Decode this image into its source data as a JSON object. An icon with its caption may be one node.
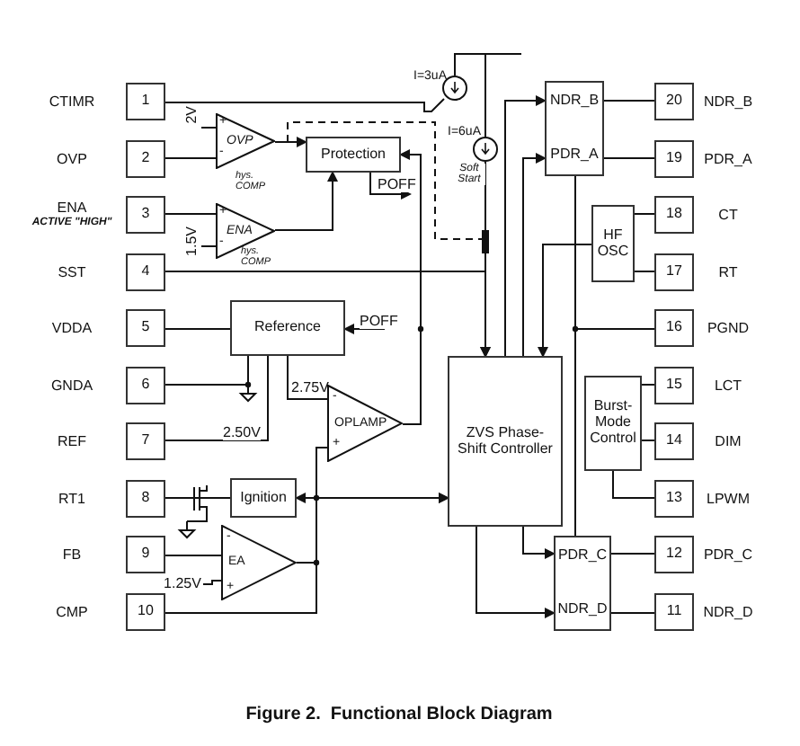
{
  "diagram": {
    "caption": "Figure 2.  Functional Block Diagram",
    "nodes": [
      {
        "text": [
          "1"
        ],
        "beside": [
          "CTIMR"
        ]
      },
      {
        "text": [
          "2"
        ],
        "beside": [
          "OVP"
        ]
      },
      {
        "text": [
          "3"
        ],
        "beside": [
          "ENA",
          "ACTIVE \"HIGH\""
        ]
      },
      {
        "text": [
          "4"
        ],
        "beside": [
          "SST"
        ]
      },
      {
        "text": [
          "5"
        ],
        "beside": [
          "VDDA"
        ]
      },
      {
        "text": [
          "6"
        ],
        "beside": [
          "GNDA"
        ]
      },
      {
        "text": [
          "7"
        ],
        "beside": [
          "REF"
        ]
      },
      {
        "text": [
          "8"
        ],
        "beside": [
          "RT1"
        ]
      },
      {
        "text": [
          "9"
        ],
        "beside": [
          "FB"
        ]
      },
      {
        "text": [
          "10"
        ],
        "beside": [
          "CMP"
        ]
      },
      {
        "text": [
          "20"
        ],
        "beside": [
          "NDR_B"
        ]
      },
      {
        "text": [
          "19"
        ],
        "beside": [
          "PDR_A"
        ]
      },
      {
        "text": [
          "18"
        ],
        "beside": [
          "CT"
        ]
      },
      {
        "text": [
          "17"
        ],
        "beside": [
          "RT"
        ]
      },
      {
        "text": [
          "16"
        ],
        "beside": [
          "PGND"
        ]
      },
      {
        "text": [
          "15"
        ],
        "beside": [
          "LCT"
        ]
      },
      {
        "text": [
          "14"
        ],
        "beside": [
          "DIM"
        ]
      },
      {
        "text": [
          "13"
        ],
        "beside": [
          "LPWM"
        ]
      },
      {
        "text": [
          "12"
        ],
        "beside": [
          "PDR_C"
        ]
      },
      {
        "text": [
          "11"
        ],
        "beside": [
          "NDR_D"
        ]
      },
      {
        "text": [
          "OVP"
        ],
        "beside": [
          "hys. COMP"
        ]
      },
      {
        "text": [
          "ENA"
        ],
        "beside": [
          "hys. COMP"
        ]
      },
      {
        "text": [
          "Protection"
        ]
      },
      {
        "text": [
          "Reference"
        ]
      },
      {
        "text": [
          "OPLAMP"
        ]
      },
      {
        "text": [
          "Ignition"
        ]
      },
      {
        "text": [
          "EA"
        ]
      },
      {
        "text": [
          "ZVS Phase-Shift Controller"
        ]
      },
      {
        "text": [
          "HF OSC"
        ]
      },
      {
        "text": [
          "Burst-Mode Control"
        ]
      },
      {
        "text": [
          "NDR_B",
          "PDR_A"
        ]
      },
      {
        "text": [
          "PDR_C",
          "NDR_D"
        ]
      },
      {
        "text": [],
        "shape": "circle",
        "beside": [
          "I=3uA"
        ]
      },
      {
        "text": [],
        "shape": "circle",
        "beside": [
          "I=6uA",
          "Soft Start"
        ]
      },
      {
        "text": [
          "2V"
        ]
      },
      {
        "text": [
          "1.5V"
        ]
      },
      {
        "text": [
          "1.25V"
        ]
      },
      {
        "text": [],
        "shape": "bar"
      }
    ],
    "edges": [
      {
        "from": 0,
        "to": 32,
        "arrow": "none"
      },
      {
        "from": 1,
        "to": 20,
        "arrow": "none"
      },
      {
        "from": 20,
        "to": 22,
        "arrow": "to"
      },
      {
        "from": 2,
        "to": 21,
        "arrow": "none"
      },
      {
        "from": 21,
        "to": 22,
        "arrow": "to"
      },
      {
        "from": 22,
        "to": null,
        "arrow": "to",
        "label": "POFF"
      },
      {
        "from": 20,
        "to": 37,
        "arrow": "none",
        "style": "dashed"
      },
      {
        "from": 24,
        "to": 22,
        "arrow": "to"
      },
      {
        "from": 3,
        "to": 27,
        "arrow": "to"
      },
      {
        "from": 33,
        "to": 37,
        "arrow": "none"
      },
      {
        "from": 4,
        "to": 23,
        "arrow": "none"
      },
      {
        "from": null,
        "to": 23,
        "arrow": "to",
        "label": "POFF"
      },
      {
        "from": 23,
        "to": 5,
        "arrow": "none"
      },
      {
        "from": 23,
        "to": 6,
        "arrow": "none",
        "label": "2.50V"
      },
      {
        "from": 23,
        "to": 24,
        "arrow": "none",
        "label": "2.75V"
      },
      {
        "from": 26,
        "to": 24,
        "arrow": "none"
      },
      {
        "from": 26,
        "to": 25,
        "arrow": "to"
      },
      {
        "from": 26,
        "to": 27,
        "arrow": "to"
      },
      {
        "from": 9,
        "to": 27,
        "arrow": "to"
      },
      {
        "from": 25,
        "to": 7,
        "arrow": "none"
      },
      {
        "from": 8,
        "to": 26,
        "arrow": "none"
      },
      {
        "from": 27,
        "to": 30,
        "arrow": "to"
      },
      {
        "from": 27,
        "to": 30,
        "arrow": "to"
      },
      {
        "from": 28,
        "to": 27,
        "arrow": "to"
      },
      {
        "from": 27,
        "to": 31,
        "arrow": "to"
      },
      {
        "from": 27,
        "to": 31,
        "arrow": "to"
      },
      {
        "from": 30,
        "to": 10,
        "arrow": "none"
      },
      {
        "from": 30,
        "to": 11,
        "arrow": "none"
      },
      {
        "from": 28,
        "to": 12,
        "arrow": "none"
      },
      {
        "from": 28,
        "to": 13,
        "arrow": "none"
      },
      {
        "from": 14,
        "to": 30,
        "arrow": "none"
      },
      {
        "from": 14,
        "to": 31,
        "arrow": "none"
      },
      {
        "from": 29,
        "to": 15,
        "arrow": "none"
      },
      {
        "from": 29,
        "to": 16,
        "arrow": "none"
      },
      {
        "from": 29,
        "to": 17,
        "arrow": "none"
      },
      {
        "from": 31,
        "to": 18,
        "arrow": "none"
      },
      {
        "from": 31,
        "to": 19,
        "arrow": "none"
      },
      {
        "from": 32,
        "to": 33,
        "arrow": "none"
      },
      {
        "from": 34,
        "to": 20,
        "arrow": "none"
      },
      {
        "from": 35,
        "to": 21,
        "arrow": "none"
      },
      {
        "from": 36,
        "to": 26,
        "arrow": "none"
      },
      {
        "from": 37,
        "to": 27,
        "arrow": "to"
      }
    ],
    "labels": [
      "+",
      "-",
      "+",
      "-",
      "-",
      "+",
      "-",
      "+"
    ]
  }
}
